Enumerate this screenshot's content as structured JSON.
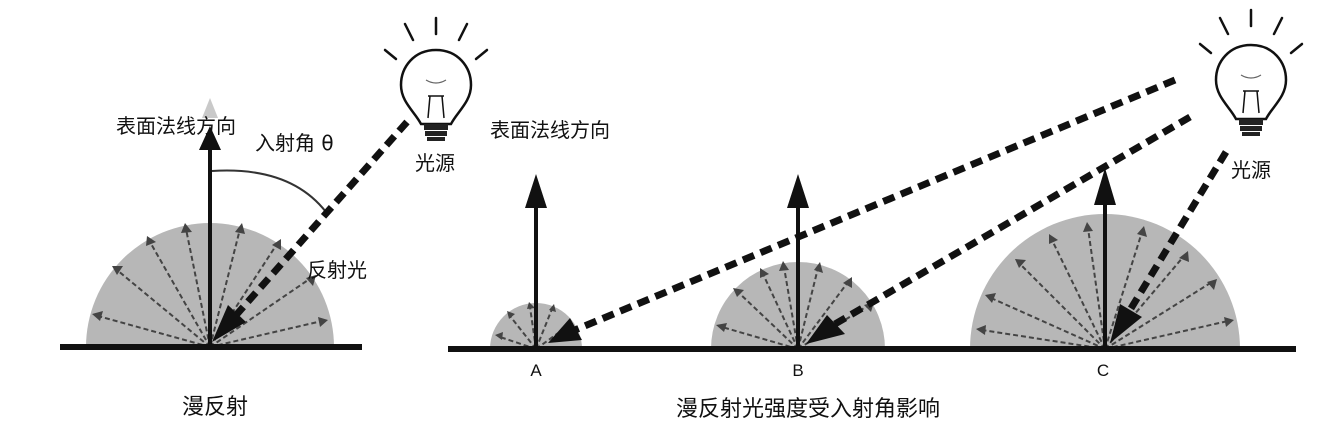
{
  "left_panel": {
    "normal_label": "表面法线方向",
    "angle_label": "入射角 θ",
    "light_source_label": "光源",
    "reflected_label": "反射光",
    "caption": "漫反射"
  },
  "right_panel": {
    "normal_label": "表面法线方向",
    "light_source_label": "光源",
    "points": [
      "A",
      "B",
      "C"
    ],
    "caption": "漫反射光强度受入射角影响"
  },
  "colors": {
    "ink": "#111111",
    "dome_fill": "#b7b7b7",
    "reflected_ray": "#444444"
  },
  "icons": [
    "light-bulb-icon",
    "light-bulb-icon"
  ]
}
